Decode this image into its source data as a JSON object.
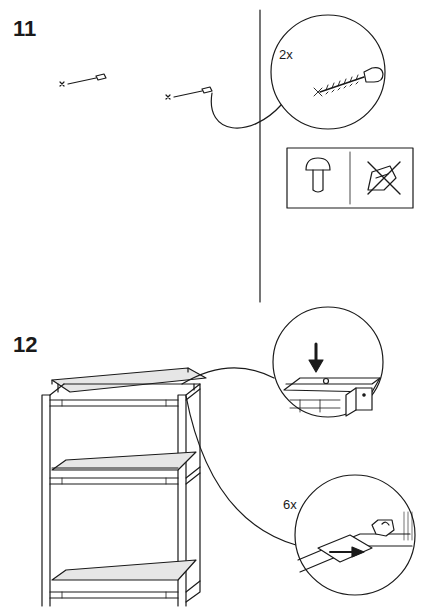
{
  "diagram": {
    "labels": [
      "11",
      "2x",
      "12",
      "6x"
    ]
  }
}
